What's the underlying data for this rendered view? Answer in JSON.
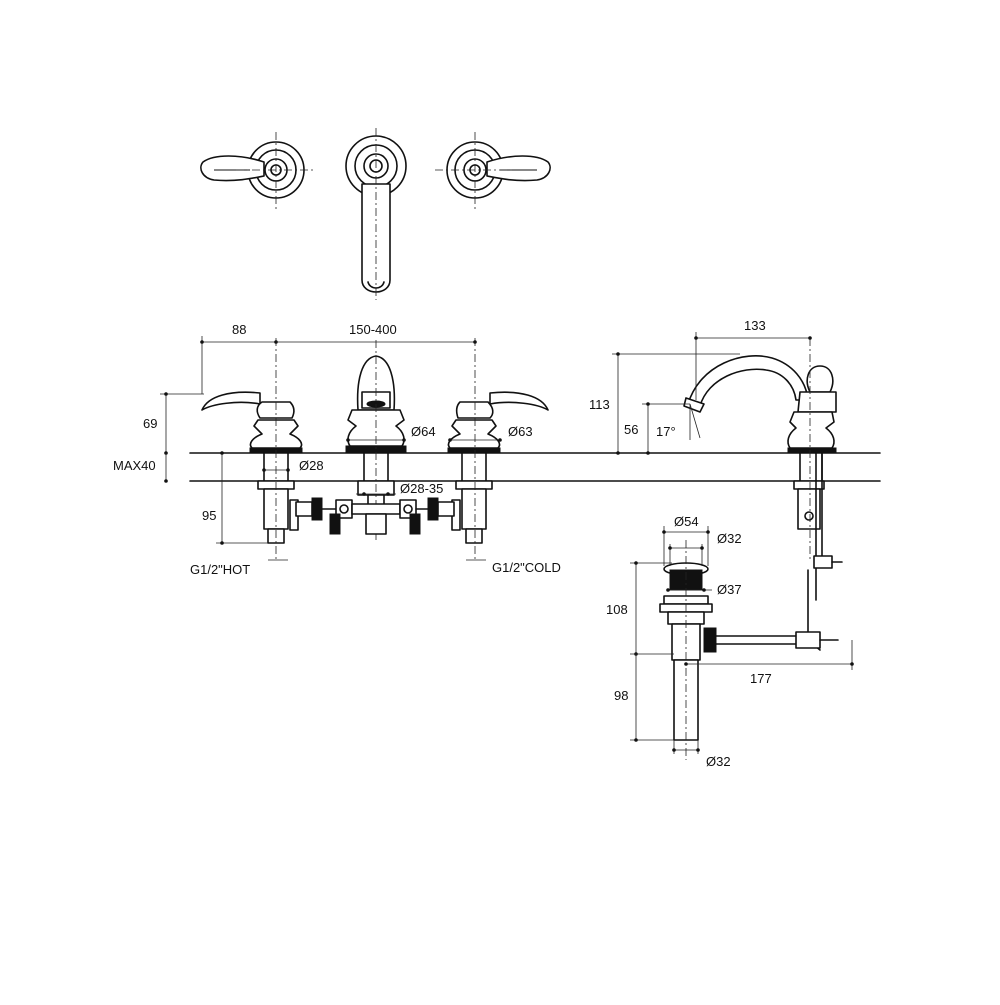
{
  "labels": {
    "d88": "88",
    "d150_400": "150-400",
    "d133": "133",
    "d69": "69",
    "d113": "113",
    "d56": "56",
    "d17": "17°",
    "max40": "MAX40",
    "d95": "95",
    "o64": "Ø64",
    "o63": "Ø63",
    "o28": "Ø28",
    "o28_35": "Ø28-35",
    "hot": "G1/2\"HOT",
    "cold": "G1/2\"COLD",
    "o54": "Ø54",
    "o32_top": "Ø32",
    "o37": "Ø37",
    "d108": "108",
    "d177": "177",
    "d98": "98",
    "o32_bottom": "Ø32"
  }
}
